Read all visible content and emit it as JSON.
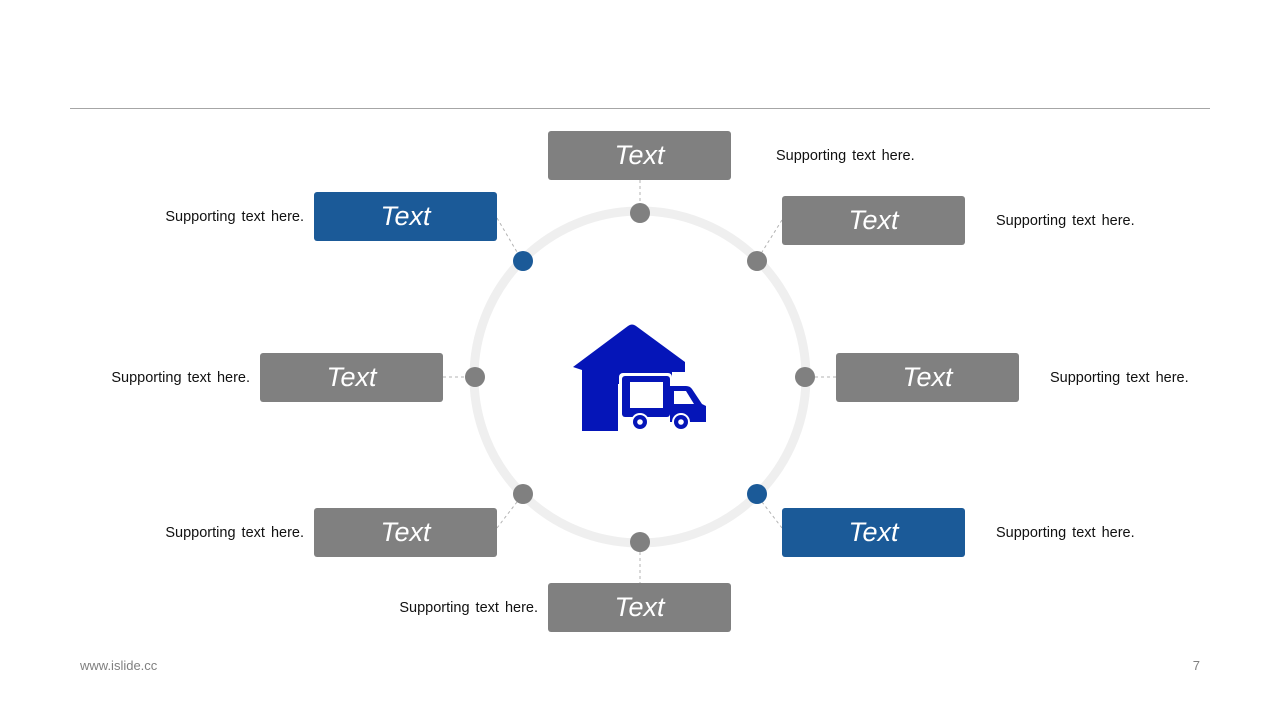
{
  "diagram": {
    "center_icon": "warehouse-truck-icon",
    "colors": {
      "ring": "#efefef",
      "gray": "#808080",
      "blue": "#1b5a98",
      "icon": "#0515b8",
      "leader": "#b3b3b3"
    },
    "items": [
      {
        "id": "top",
        "label": "Text",
        "support": "Supporting text here.",
        "color": "gray"
      },
      {
        "id": "top-right",
        "label": "Text",
        "support": "Supporting text here.",
        "color": "gray"
      },
      {
        "id": "right",
        "label": "Text",
        "support": "Supporting text here.",
        "color": "gray"
      },
      {
        "id": "bottom-right",
        "label": "Text",
        "support": "Supporting text here.",
        "color": "blue"
      },
      {
        "id": "bottom",
        "label": "Text",
        "support": "Supporting text here.",
        "color": "gray"
      },
      {
        "id": "bottom-left",
        "label": "Text",
        "support": "Supporting text here.",
        "color": "gray"
      },
      {
        "id": "left",
        "label": "Text",
        "support": "Supporting text here.",
        "color": "gray"
      },
      {
        "id": "top-left",
        "label": "Text",
        "support": "Supporting text here.",
        "color": "blue"
      }
    ]
  },
  "footer": {
    "url": "www.islide.cc",
    "page": "7"
  }
}
